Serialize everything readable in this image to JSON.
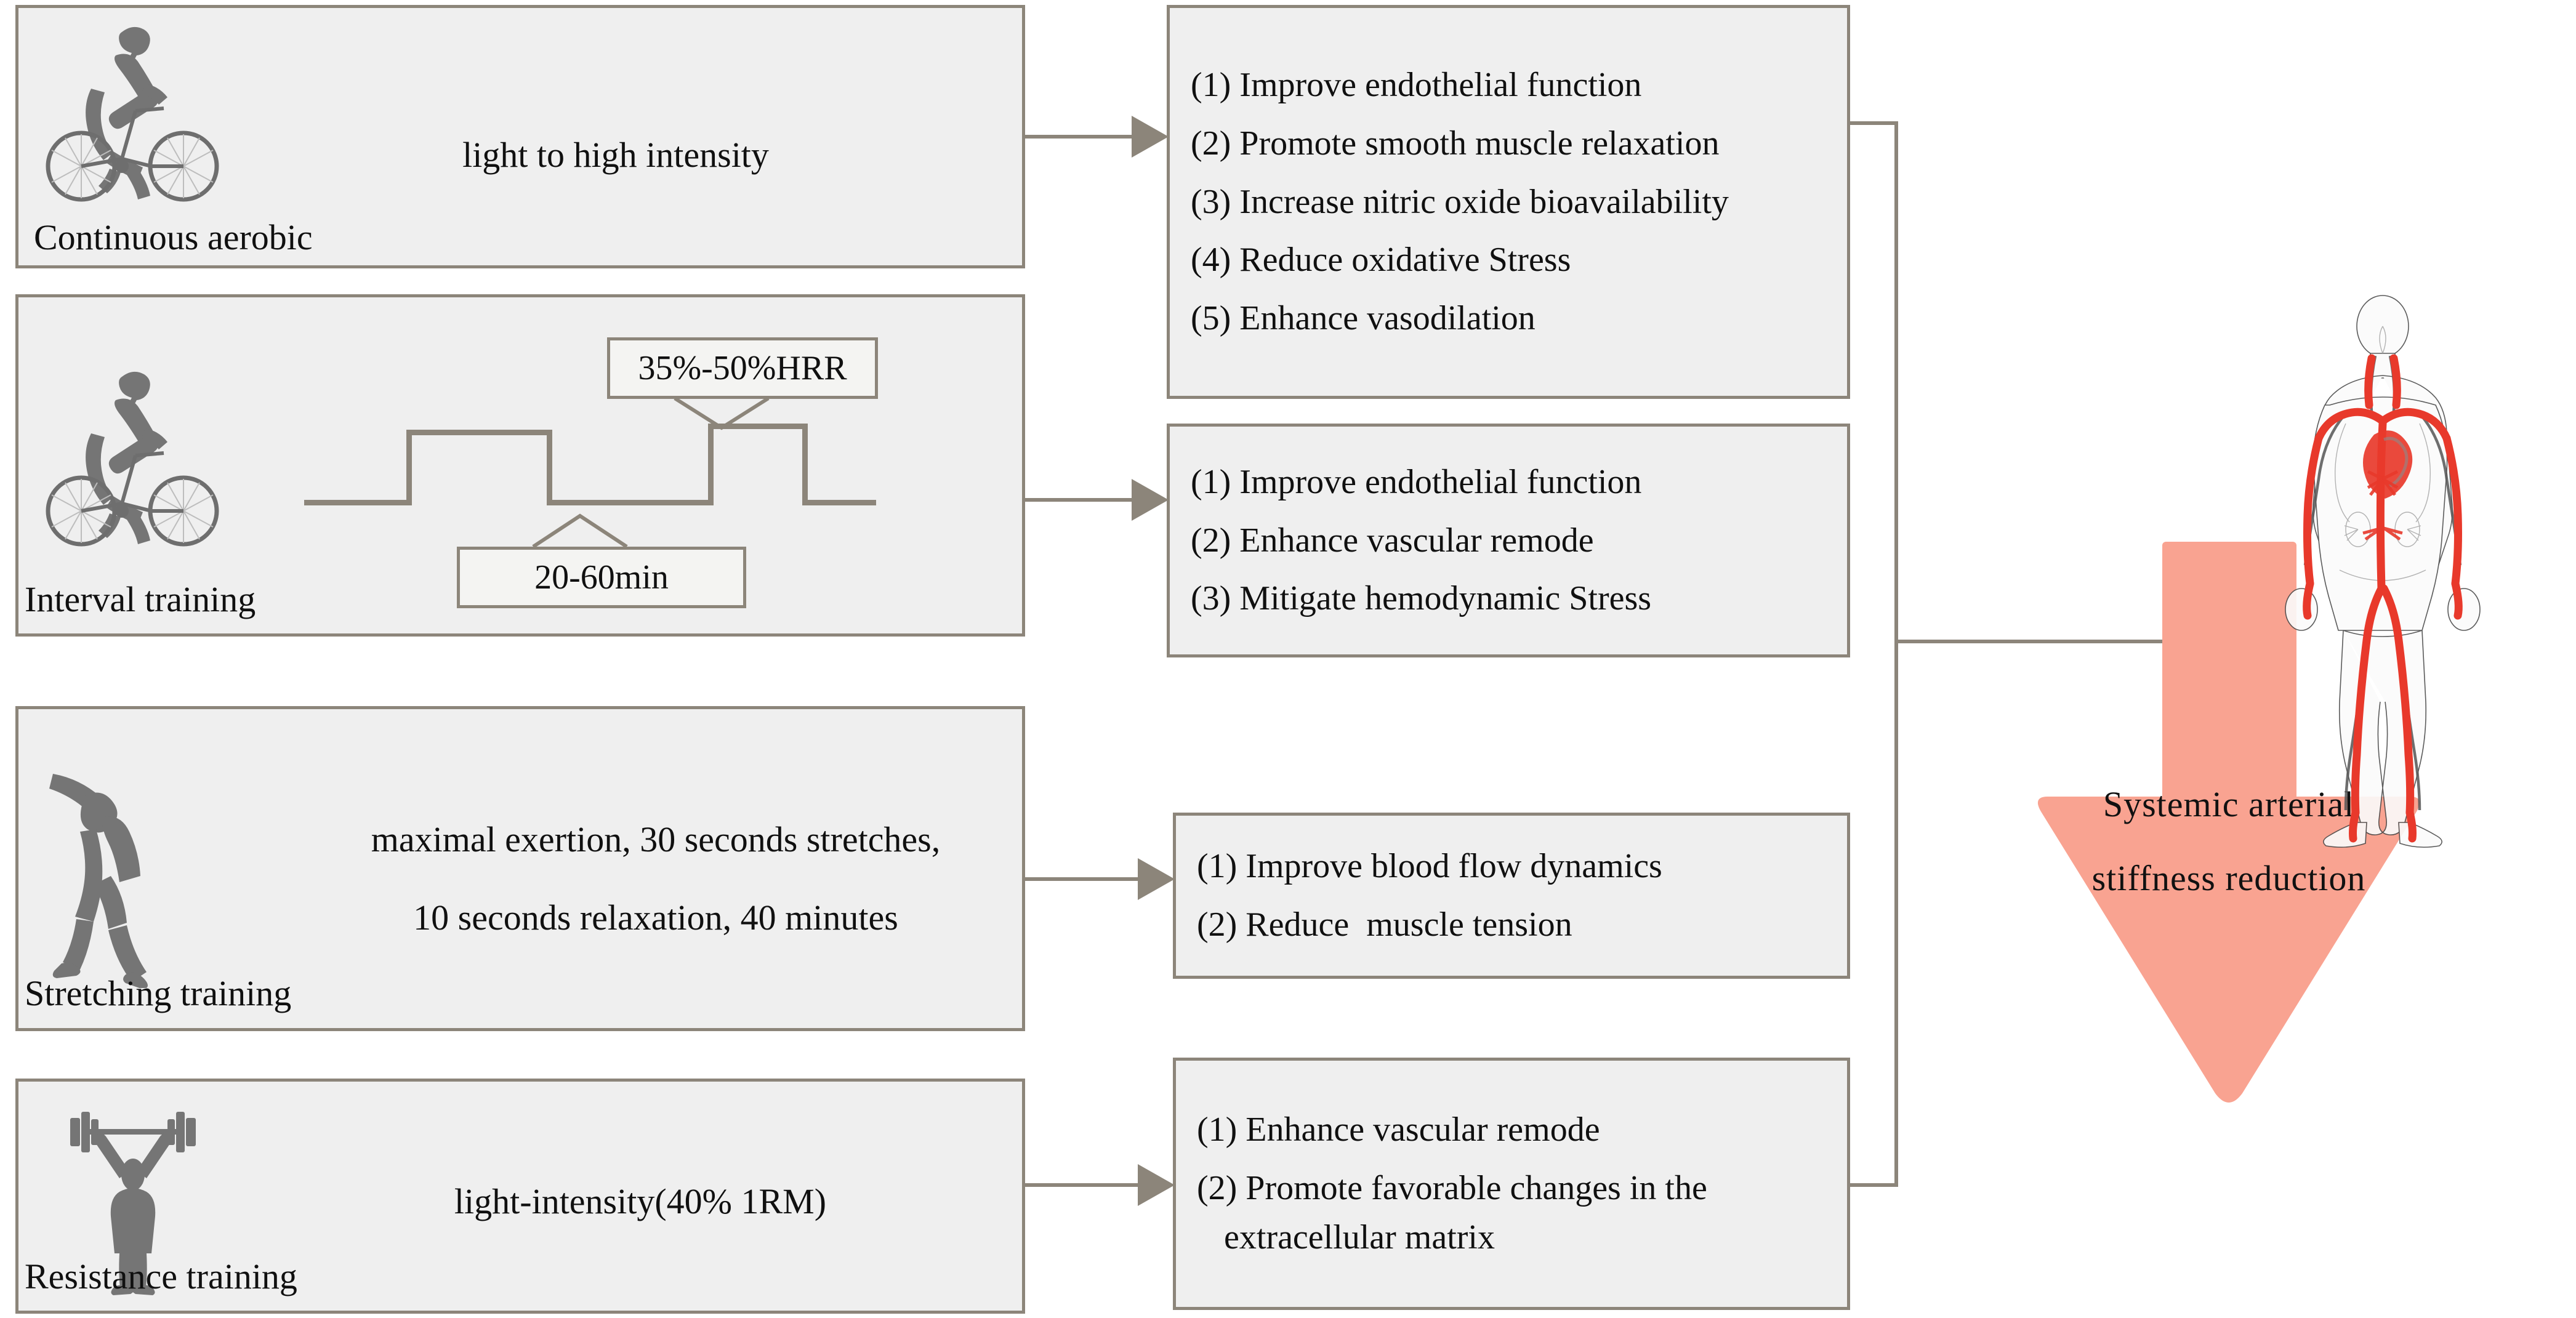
{
  "modalities": [
    {
      "id": "continuous-aerobic",
      "title": "Continuous aerobic",
      "desc_line1": "light to high intensity",
      "desc_line2": "",
      "icon": "cyclist-icon"
    },
    {
      "id": "interval-training",
      "title": "Interval  training",
      "desc_line1": "",
      "desc_line2": "",
      "icon": "cyclist-icon",
      "callout_intensity": "35%-50%HRR",
      "callout_duration": "20-60min"
    },
    {
      "id": "stretching-training",
      "title": "Stretching training",
      "desc_line1": "maximal exertion, 30 seconds stretches,",
      "desc_line2": "10 seconds relaxation, 40 minutes",
      "icon": "stretching-person-icon"
    },
    {
      "id": "resistance-training",
      "title": "Resistance training",
      "desc_line1": "light-intensity(40% 1RM)",
      "desc_line2": "",
      "icon": "weightlifter-icon"
    }
  ],
  "outcomes": [
    {
      "id": "outcome-aerobic",
      "lines": [
        "(1) Improve endothelial function",
        "(2) Promote smooth muscle relaxation",
        "(3) Increase nitric oxide bioavailability",
        "(4) Reduce oxidative Stress",
        "(5) Enhance vasodilation"
      ]
    },
    {
      "id": "outcome-interval",
      "lines": [
        "(1) Improve endothelial function",
        "(2) Enhance vascular remode",
        "(3) Mitigate hemodynamic Stress"
      ]
    },
    {
      "id": "outcome-stretching",
      "lines": [
        "(1) Improve blood flow dynamics",
        "(2) Reduce  muscle tension"
      ]
    },
    {
      "id": "outcome-resistance",
      "lines": [
        "(1) Enhance vascular remode",
        "(2) Promote favorable changes in the",
        "extracellular matrix"
      ]
    }
  ],
  "result": {
    "label_line1": "Systemic arterial",
    "label_line2": "stiffness reduction",
    "figure": "human-arterial-system-icon"
  },
  "colors": {
    "box_fill": "#efefef",
    "box_border": "#8c857a",
    "connector": "#8c857a",
    "icon_gray": "#757575",
    "coral_arrow": "#f9a391",
    "artery_red": "#e8392b",
    "text": "#101010"
  }
}
